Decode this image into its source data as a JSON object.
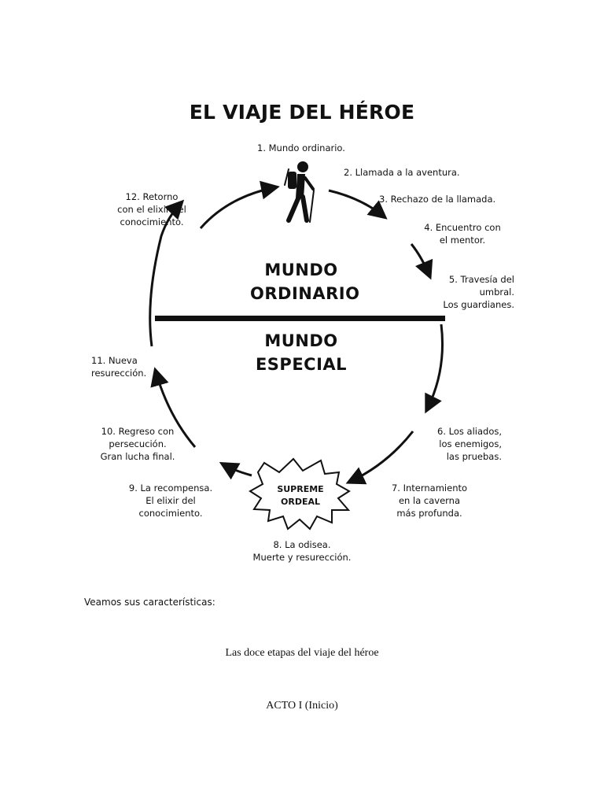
{
  "diagram": {
    "title": "EL VIAJE DEL HÉROE",
    "upper_world": "MUNDO\nORDINARIO",
    "lower_world": "MUNDO\nESPECIAL",
    "ordeal_label": "SUPREME\nORDEAL",
    "stages": [
      "1. Mundo ordinario.",
      "2. Llamada a la aventura.",
      "3. Rechazo de la llamada.",
      "4. Encuentro con\nel mentor.",
      "5. Travesía del\numbral.\nLos guardianes.",
      "6. Los aliados,\nlos enemigos,\nlas pruebas.",
      "7. Internamiento\nen la caverna\nmás profunda.",
      "8. La odisea.\nMuerte y resurección.",
      "9. La recompensa.\nEl elixir del\nconocimiento.",
      "10. Regreso con\npersecución.\nGran lucha final.",
      "11. Nueva\nresurección.",
      "12. Retorno\ncon el elixir del\nconocimiento."
    ],
    "hero_icon": "hiker-icon"
  },
  "document": {
    "intro": "Veamos sus características:",
    "heading": "Las doce etapas del viaje del héroe",
    "act": "ACTO I (Inicio)"
  }
}
